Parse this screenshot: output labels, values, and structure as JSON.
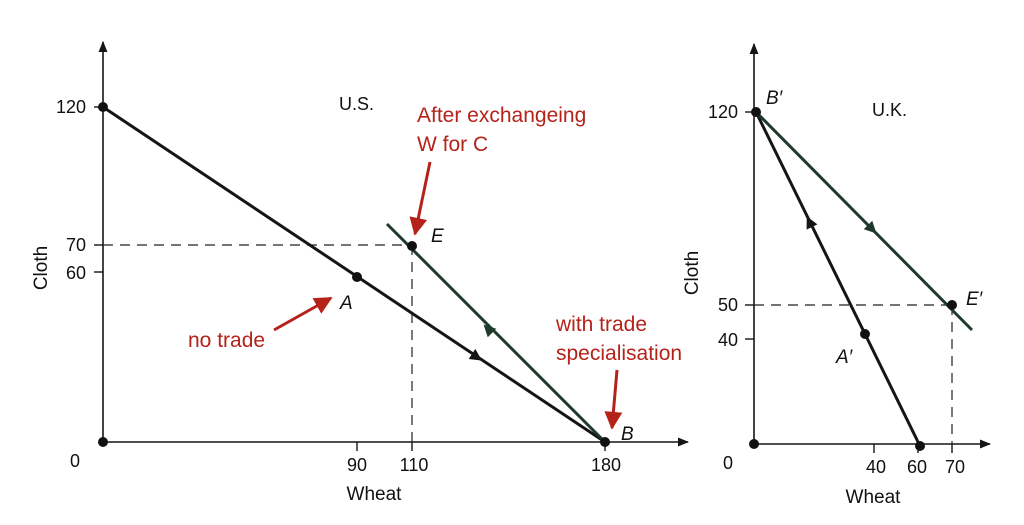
{
  "colors": {
    "black_line": "#151515",
    "green_line": "#1f3a2a",
    "annotation_red": "#b5221a",
    "dashed": "#222222"
  },
  "us_panel": {
    "title": "U.S.",
    "x_axis_label": "Wheat",
    "y_axis_label": "Cloth",
    "x_ticks": [
      "90",
      "110",
      "180"
    ],
    "y_ticks": [
      "120",
      "70",
      "60"
    ],
    "origin_label": "0",
    "points": {
      "A": "A",
      "E": "E",
      "B": "B"
    },
    "annotations": {
      "after_line1": "After exchangeing",
      "after_line2": "W for C",
      "no_trade": "no trade",
      "with_trade_line1": "with trade",
      "with_trade_line2": "specialisation"
    }
  },
  "uk_panel": {
    "title": "U.K.",
    "x_axis_label": "Wheat",
    "y_axis_label": "Cloth",
    "x_ticks": [
      "40",
      "60",
      "70"
    ],
    "y_ticks": [
      "120",
      "50",
      "40"
    ],
    "origin_label": "0",
    "points": {
      "B_prime": "B′",
      "A_prime": "A′",
      "E_prime": "E′"
    }
  }
}
